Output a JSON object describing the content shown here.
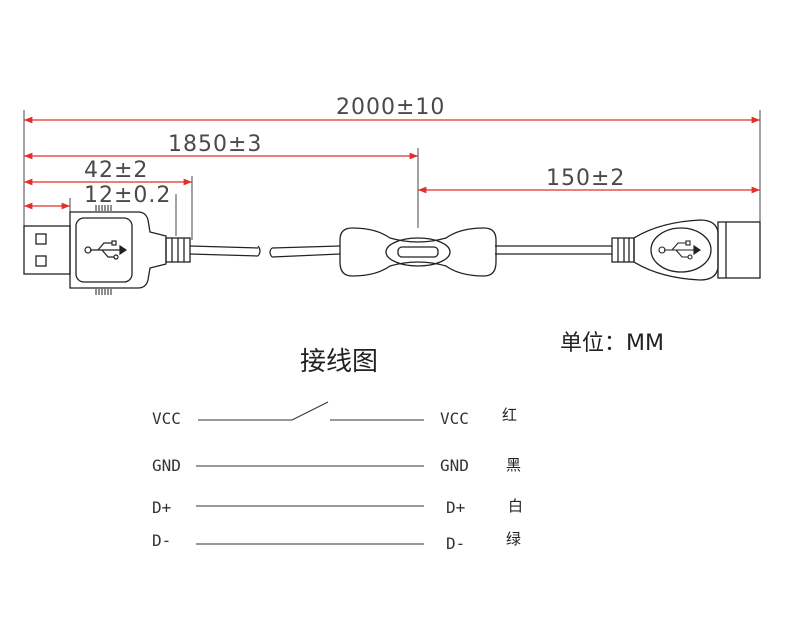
{
  "dimensions": {
    "total": "2000±10",
    "to_switch": "1850±3",
    "switch_to_end": "150±2",
    "boot_length": "42±2",
    "plug_length": "12±0.2"
  },
  "unit_label": "单位：MM",
  "wiring_title": "接线图",
  "wiring": [
    {
      "left": "VCC",
      "right": "VCC",
      "color": "红"
    },
    {
      "left": "GND",
      "right": "GND",
      "color": "黑"
    },
    {
      "left": "D+",
      "right": "D+",
      "color": "白"
    },
    {
      "left": "D-",
      "right": "D-",
      "color": "绿"
    }
  ],
  "colors": {
    "dimension_line": "#e0302a",
    "drawing": "#222222"
  }
}
